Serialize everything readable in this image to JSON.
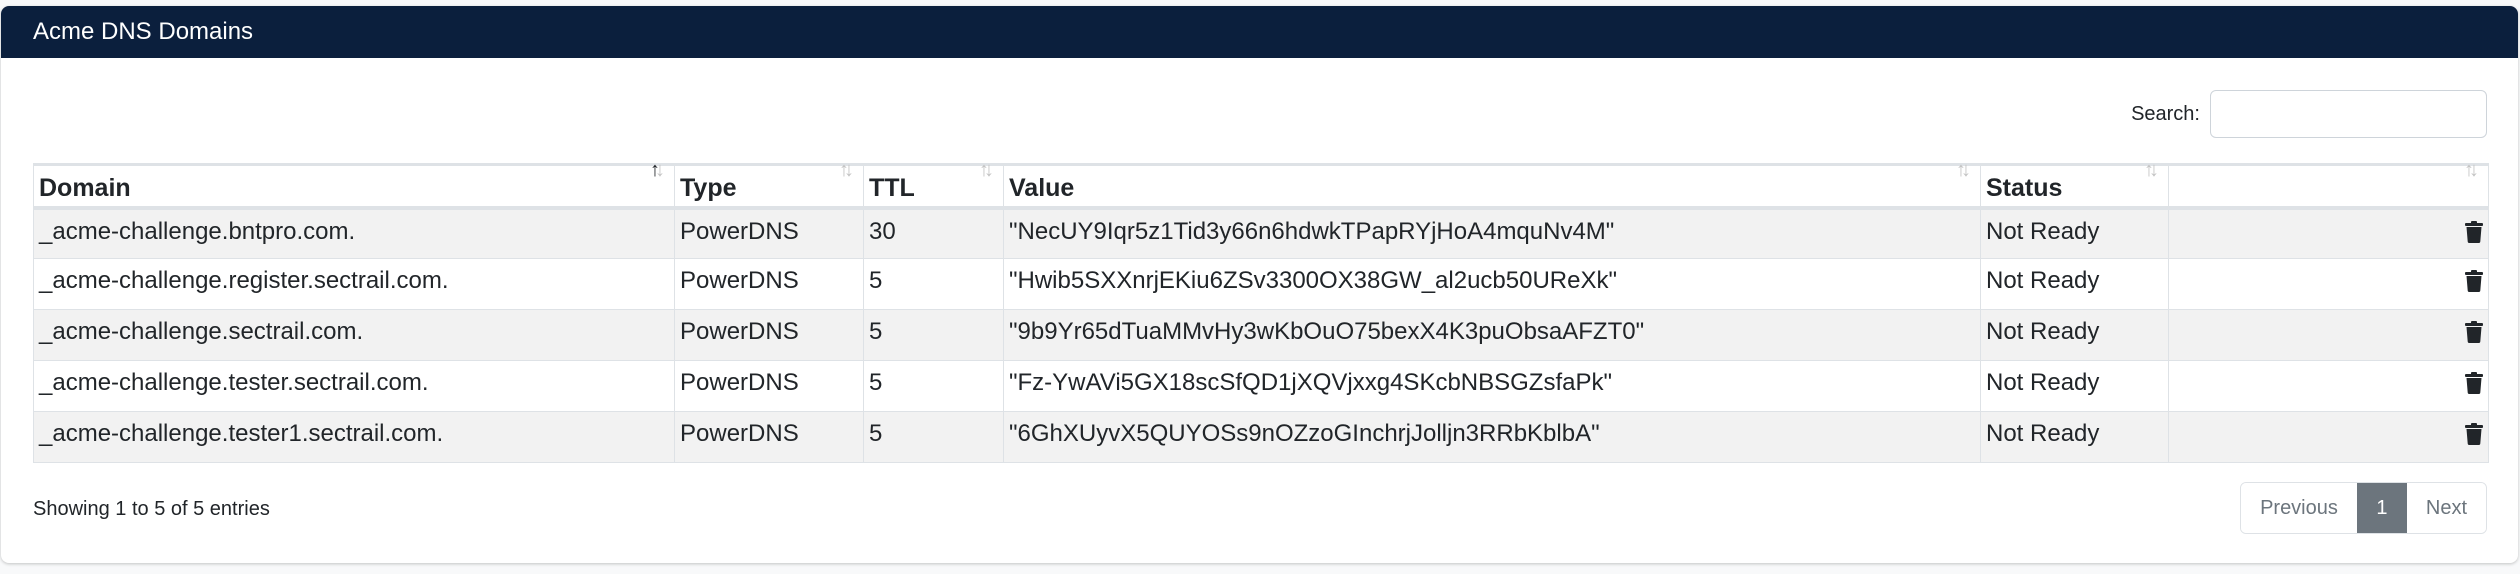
{
  "card": {
    "title": "Acme DNS Domains",
    "header_color": "#0b1f3d"
  },
  "search": {
    "label": "Search:",
    "value": "",
    "placeholder": ""
  },
  "table": {
    "columns": [
      {
        "label": "Domain",
        "sort": "asc"
      },
      {
        "label": "Type",
        "sort": "none"
      },
      {
        "label": "TTL",
        "sort": "none"
      },
      {
        "label": "Value",
        "sort": "none"
      },
      {
        "label": "Status",
        "sort": "none"
      },
      {
        "label": "",
        "sort": "none"
      }
    ],
    "rows": [
      {
        "domain": "_acme-challenge.bntpro.com.",
        "type": "PowerDNS",
        "ttl": "30",
        "value": "\"NecUY9Iqr5z1Tid3y66n6hdwkTPapRYjHoA4mquNv4M\"",
        "status": "Not Ready",
        "action_icon": "trash-icon"
      },
      {
        "domain": "_acme-challenge.register.sectrail.com.",
        "type": "PowerDNS",
        "ttl": "5",
        "value": "\"Hwib5SXXnrjEKiu6ZSv3300OX38GW_al2ucb50UReXk\"",
        "status": "Not Ready",
        "action_icon": "trash-icon"
      },
      {
        "domain": "_acme-challenge.sectrail.com.",
        "type": "PowerDNS",
        "ttl": "5",
        "value": "\"9b9Yr65dTuaMMvHy3wKbOuO75bexX4K3puObsaAFZT0\"",
        "status": "Not Ready",
        "action_icon": "trash-icon"
      },
      {
        "domain": "_acme-challenge.tester.sectrail.com.",
        "type": "PowerDNS",
        "ttl": "5",
        "value": "\"Fz-YwAVi5GX18scSfQD1jXQVjxxg4SKcbNBSGZsfaPk\"",
        "status": "Not Ready",
        "action_icon": "trash-icon"
      },
      {
        "domain": "_acme-challenge.tester1.sectrail.com.",
        "type": "PowerDNS",
        "ttl": "5",
        "value": "\"6GhXUyvX5QUYOSs9nOZzoGInchrjJolljn3RRbKblbA\"",
        "status": "Not Ready",
        "action_icon": "trash-icon"
      }
    ]
  },
  "footer": {
    "info": "Showing 1 to 5 of 5 entries",
    "pagination": {
      "previous": "Previous",
      "current": "1",
      "next": "Next",
      "active_color": "#6c757d"
    }
  },
  "icons": {
    "sort_up": "↑",
    "sort_down": "↓"
  }
}
